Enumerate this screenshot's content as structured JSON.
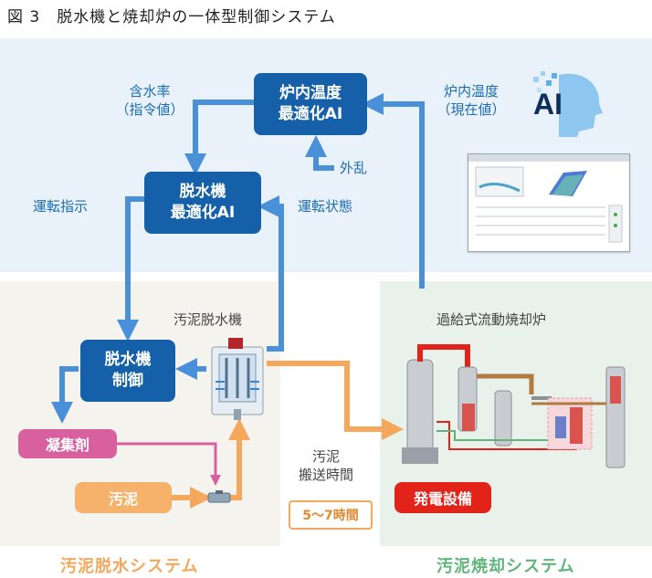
{
  "title": "図 3　脱水機と焼却炉の一体型制御システム",
  "boxes": {
    "furnace_ai": [
      "炉内温度",
      "最適化AI"
    ],
    "dewater_ai": [
      "脱水機",
      "最適化AI"
    ],
    "dewater_control": [
      "脱水機",
      "制御"
    ]
  },
  "labels": {
    "setpoint_line1": "含水率",
    "setpoint_line2": "（指令値）",
    "current_temp_line1": "炉内温度",
    "current_temp_line2": "（現在値）",
    "disturbance": "外乱",
    "run_instruction": "運転指示",
    "run_state": "運転状態",
    "dewaterer": "汚泥脱水機",
    "incinerator": "過給式流動焼却炉",
    "transport_line1": "汚泥",
    "transport_line2": "搬送時間",
    "transport_time": "5～7時間"
  },
  "pills": {
    "coagulant": "凝集剤",
    "sludge": "汚泥",
    "power": "発電設備"
  },
  "systems": {
    "dewatering": "汚泥脱水システム",
    "incineration": "汚泥焼却システム"
  },
  "ai_logo_text": "AI",
  "colors": {
    "box_blue": "#1560a8",
    "arrow_blue": "#4a90d9",
    "arrow_orange": "#f5a85c",
    "coagulant_pink": "#d9609e",
    "power_red": "#e2231a",
    "system_orange": "#f5a85c",
    "system_green": "#5fb57a"
  }
}
